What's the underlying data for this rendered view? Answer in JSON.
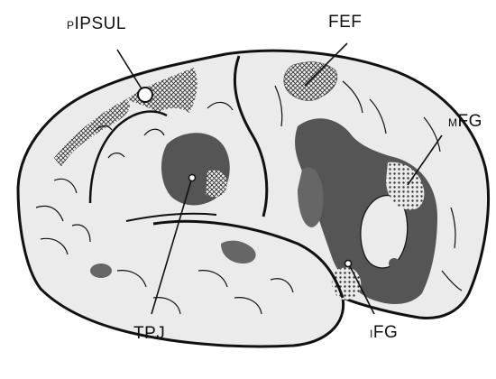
{
  "labels": {
    "pipsul": {
      "prefix": "P",
      "main": "IPSUL"
    },
    "fef": {
      "main": "FEF"
    },
    "mfg": {
      "prefix": "M",
      "main": "FG"
    },
    "tpj": {
      "main": "TPJ"
    },
    "ifg": {
      "prefix": "I",
      "main": "FG"
    }
  },
  "colors": {
    "outline": "#111111",
    "brain_fill": "#ebebeb",
    "dark_region": "#555555",
    "hatch_region": "#888888",
    "background": "#ffffff"
  }
}
